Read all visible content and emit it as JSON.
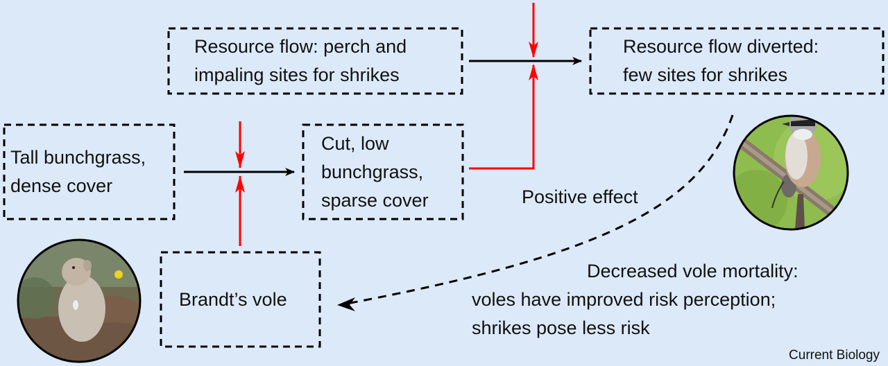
{
  "colors": {
    "background": "#dce9f8",
    "flow_arrow": "#000000",
    "inhibit_arrow": "#ff0000",
    "box_border": "#000000"
  },
  "boxes": {
    "resource_flow": {
      "text": "Resource flow: perch and\nimpaling sites for shrikes"
    },
    "resource_diverted": {
      "text": "Resource flow diverted:\nfew sites for shrikes"
    },
    "tall_grass": {
      "text": "Tall bunchgrass,\ndense cover"
    },
    "cut_grass": {
      "text": "Cut, low\nbunchgrass,\nsparse cover"
    },
    "vole": {
      "text": "Brandt’s vole"
    }
  },
  "labels": {
    "positive_effect": "Positive effect",
    "decreased_mortality": "Decreased vole mortality:",
    "mortality_detail": "voles have improved risk perception;\nshrikes pose less risk"
  },
  "photos": {
    "shrike": {
      "subject": "shrike-on-branch-with-impaled-vole"
    },
    "vole": {
      "subject": "brandts-vole-standing"
    }
  },
  "credit": "Current Biology"
}
